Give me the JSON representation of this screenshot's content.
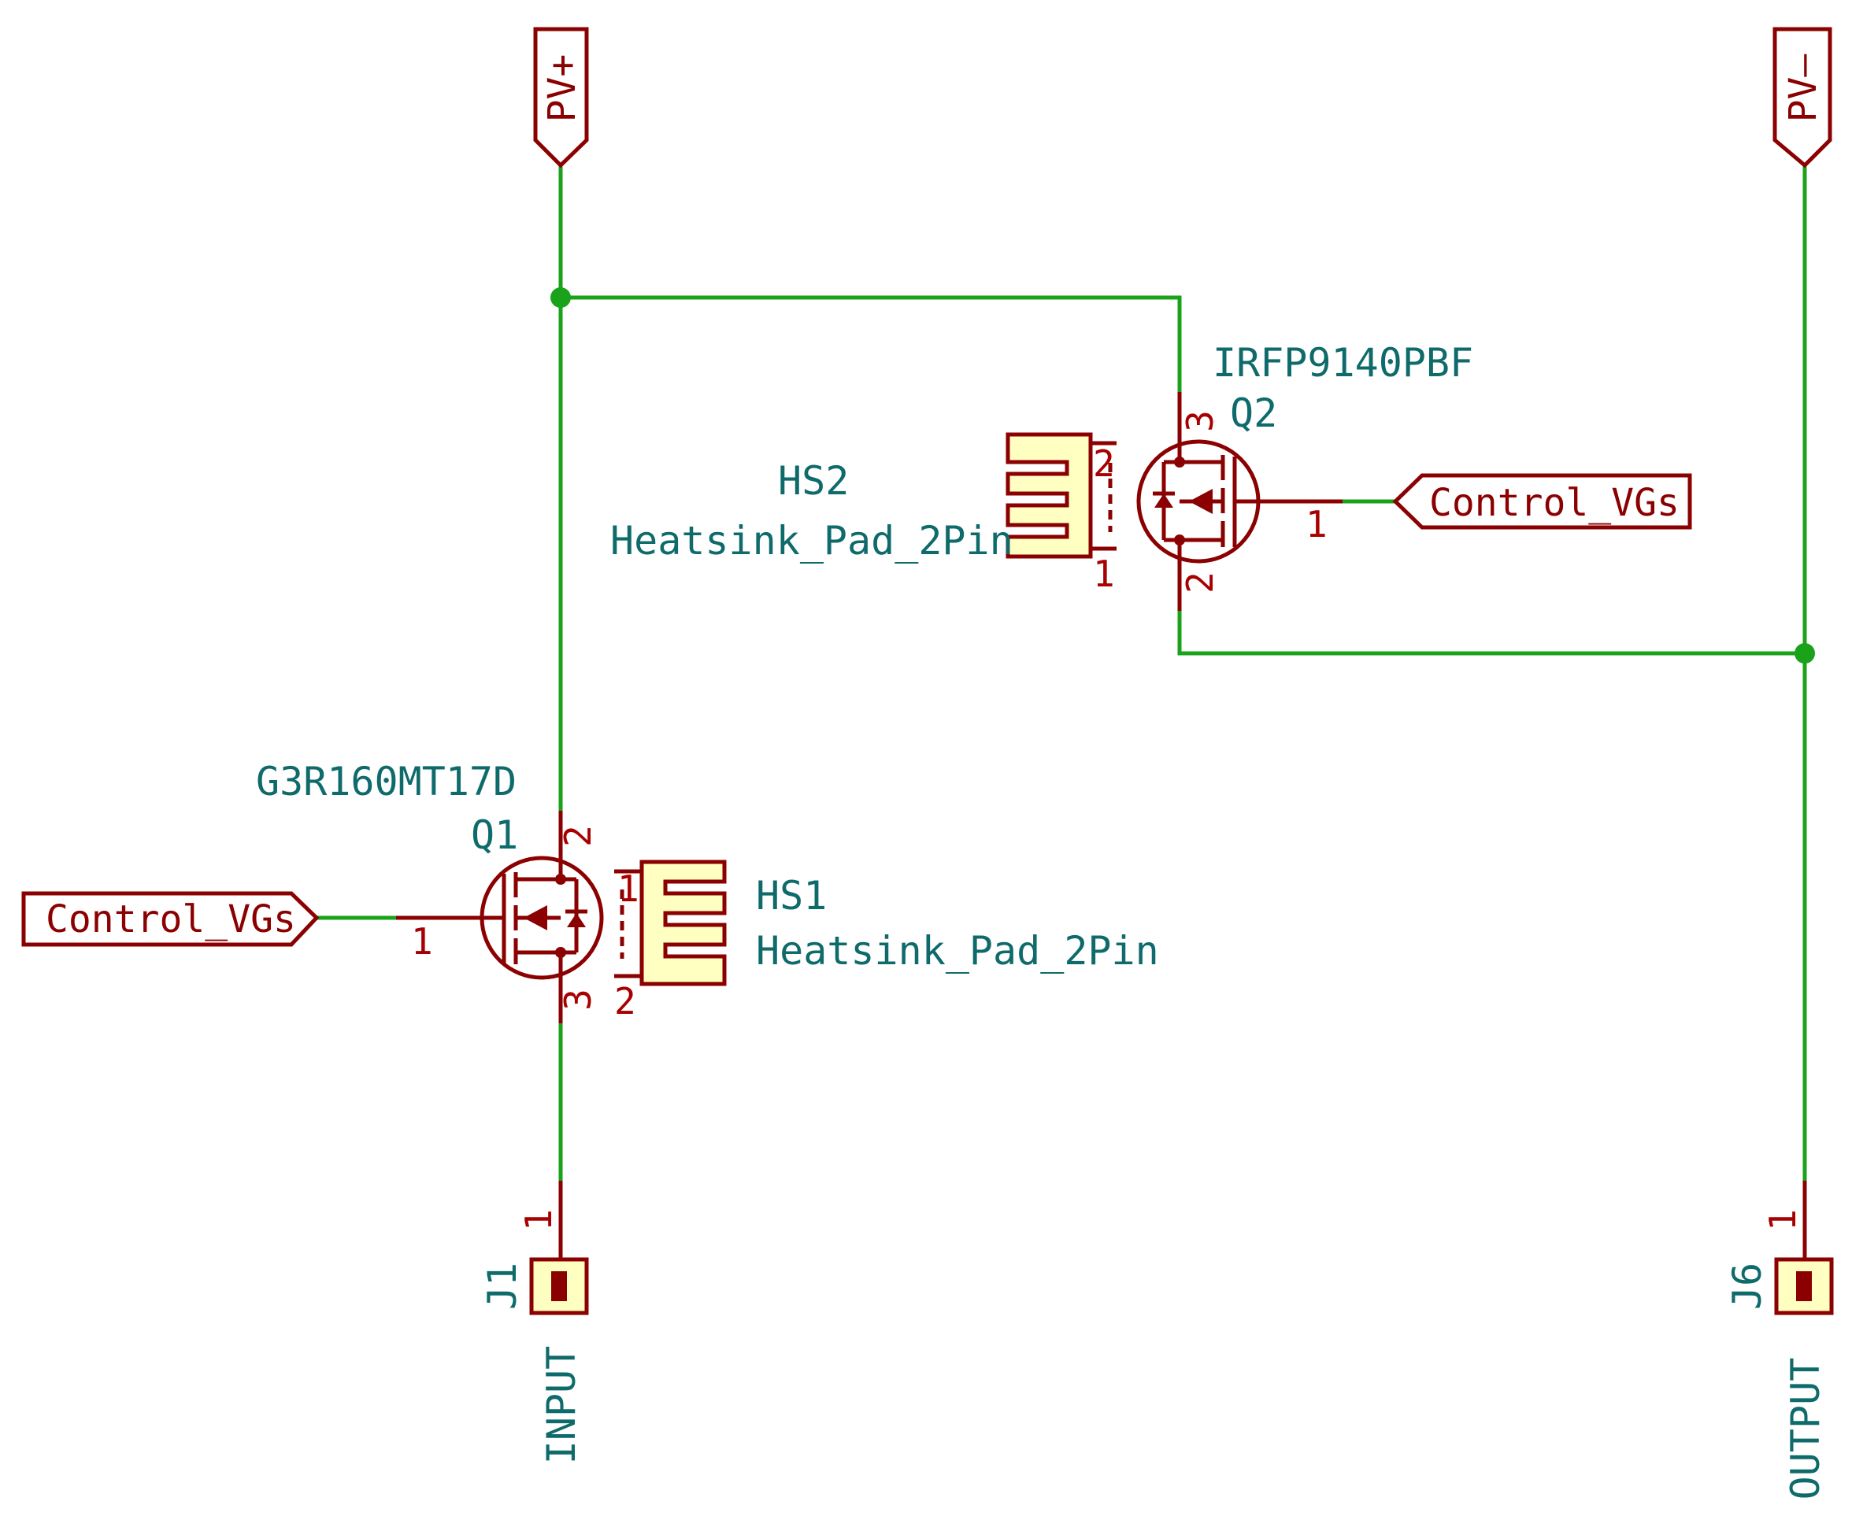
{
  "power": {
    "pv_plus": "PV+",
    "pv_minus": "PV–"
  },
  "labels": {
    "control_left": "Control_VGs",
    "control_right": "Control_VGs"
  },
  "q1": {
    "part": "G3R160MT17D",
    "ref": "Q1",
    "pin_gate": "1",
    "pin_drain": "2",
    "pin_source": "3"
  },
  "q2": {
    "part": "IRFP9140PBF",
    "ref": "Q2",
    "pin_gate": "1",
    "pin_drain": "2",
    "pin_source": "3"
  },
  "hs1": {
    "ref": "HS1",
    "value": "Heatsink_Pad_2Pin",
    "pin_a": "1",
    "pin_b": "2"
  },
  "hs2": {
    "ref": "HS2",
    "value": "Heatsink_Pad_2Pin",
    "pin_a": "2",
    "pin_b": "1"
  },
  "j1": {
    "ref": "J1",
    "value": "INPUT",
    "pin": "1"
  },
  "j6": {
    "ref": "J6",
    "value": "OUTPUT",
    "pin": "1"
  },
  "colors": {
    "wire": "#1aa31a",
    "symbol": "#8b0000",
    "reference_text": "#0f6b6b",
    "pin_number": "#a80000",
    "symbol_fill": "#ffffc2"
  }
}
